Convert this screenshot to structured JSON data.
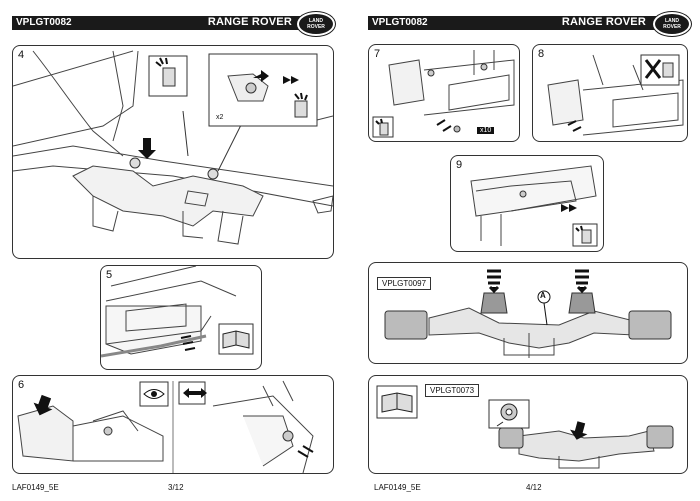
{
  "header": {
    "left_code": "VPLGT0082",
    "right_code": "VPLGT0082",
    "brand": "RANGE ROVER",
    "logo_line1": "LAND",
    "logo_line2": "ROVER"
  },
  "steps": {
    "s4": "4",
    "s5": "5",
    "s6": "6",
    "s7": "7",
    "s8": "8",
    "s9": "9"
  },
  "callouts": {
    "x2": "x2",
    "x10": "x10",
    "ref_a": "VPLGT0097",
    "ref_b": "VPLGT0073",
    "part_label": "A"
  },
  "footer": {
    "left_code": "LAF0149_5E",
    "left_page": "3/12",
    "right_code": "LAF0149_5E",
    "right_page": "4/12"
  }
}
